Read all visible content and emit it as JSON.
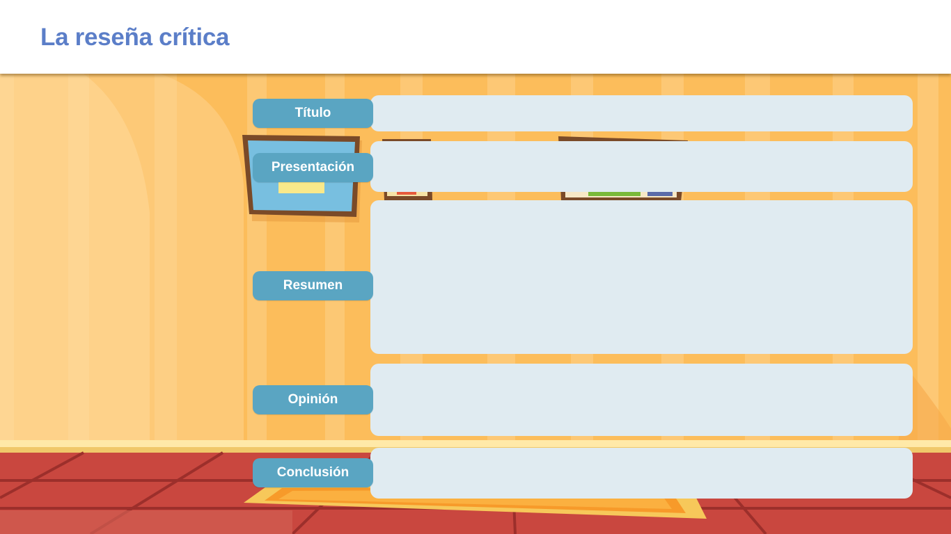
{
  "title": "La reseña crítica",
  "colors": {
    "title": "#5b7ec8",
    "label_bg": "#5aa5c2",
    "field_bg": "#e0ebf1",
    "wall": "#fcbd5b",
    "floor": "#c9473f"
  },
  "form": {
    "rows": [
      {
        "label": "Título",
        "value": ""
      },
      {
        "label": "Presentación",
        "value": ""
      },
      {
        "label": "Resumen",
        "value": ""
      },
      {
        "label": "Opinión",
        "value": ""
      },
      {
        "label": "Conclusión",
        "value": ""
      }
    ]
  }
}
